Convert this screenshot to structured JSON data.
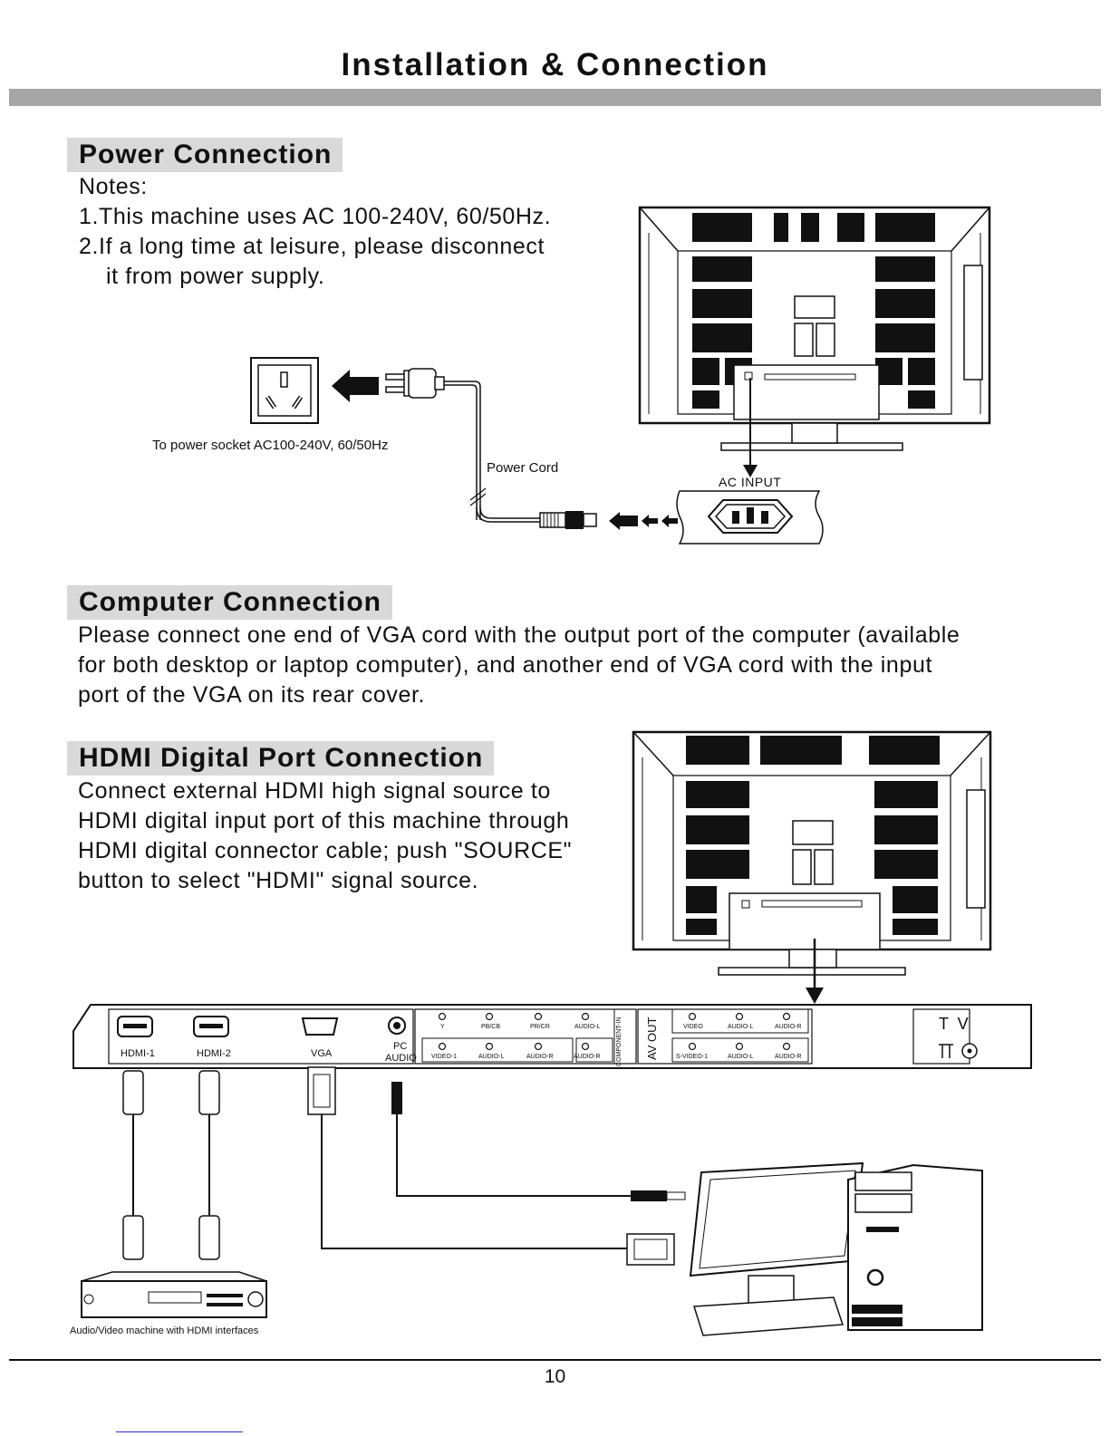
{
  "page": {
    "title": "Installation & Connection",
    "page_number": "10"
  },
  "power": {
    "heading": "Power Connection",
    "notes_label": "Notes:",
    "note1": "1.This machine uses AC 100-240V, 60/50Hz.",
    "note2_line1": "2.If a long time at leisure, please disconnect",
    "note2_line2": "it from power supply.",
    "socket_caption": "To power socket AC100-240V, 60/50Hz",
    "cord_label": "Power Cord",
    "ac_input_label": "AC INPUT"
  },
  "computer": {
    "heading": "Computer Connection",
    "line1": "Please connect one end of VGA cord with the output port of the computer (available",
    "line2": "for both desktop or laptop computer), and another end of VGA cord with the input",
    "line3": "port of the VGA on its rear cover."
  },
  "hdmi": {
    "heading": "HDMI Digital Port Connection",
    "line1": "Connect external HDMI high signal source to",
    "line2": "HDMI digital input port of this machine through",
    "line3": "HDMI digital connector cable; push \"SOURCE\"",
    "line4": "button to select \"HDMI\" signal source."
  },
  "panel": {
    "hdmi1": "HDMI-1",
    "hdmi2": "HDMI-2",
    "vga": "VGA",
    "pc": "PC",
    "audio": "AUDIO",
    "y": "Y",
    "pbcb": "PB/CB",
    "prcr": "PR/CR",
    "audio_l": "AUDIO-L",
    "audio_r": "AUDIO-R",
    "video1": "VIDEO-1",
    "component_in": "COMPONENT-IN",
    "av_out": "AV OUT",
    "video": "VIDEO",
    "svideo1": "S-VIDEO-1",
    "tv": "T  V"
  },
  "dvd_caption": "Audio/Video machine with HDMI interfaces"
}
